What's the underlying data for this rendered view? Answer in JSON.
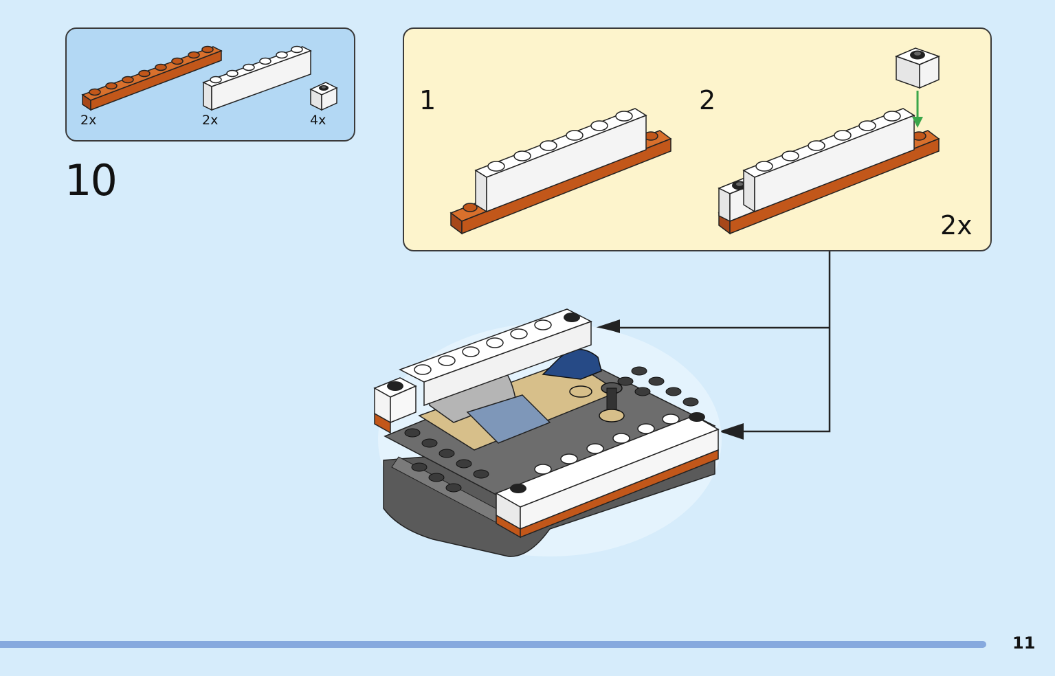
{
  "parts": [
    {
      "name": "orange-plate-1x8",
      "quantity": "2x"
    },
    {
      "name": "white-brick-1x6",
      "quantity": "2x"
    },
    {
      "name": "white-brick-1x1",
      "quantity": "4x"
    }
  ],
  "step_number": "10",
  "substeps": {
    "first": "1",
    "second": "2",
    "quantity": "2x"
  },
  "page_number": "11",
  "colors": {
    "background": "#d6ecfb",
    "parts_box": "#b3d8f4",
    "callout": "#fdf4cc",
    "orange": "#c2571a",
    "arrow_green": "#3aa64a",
    "progress": "#86a9de"
  }
}
